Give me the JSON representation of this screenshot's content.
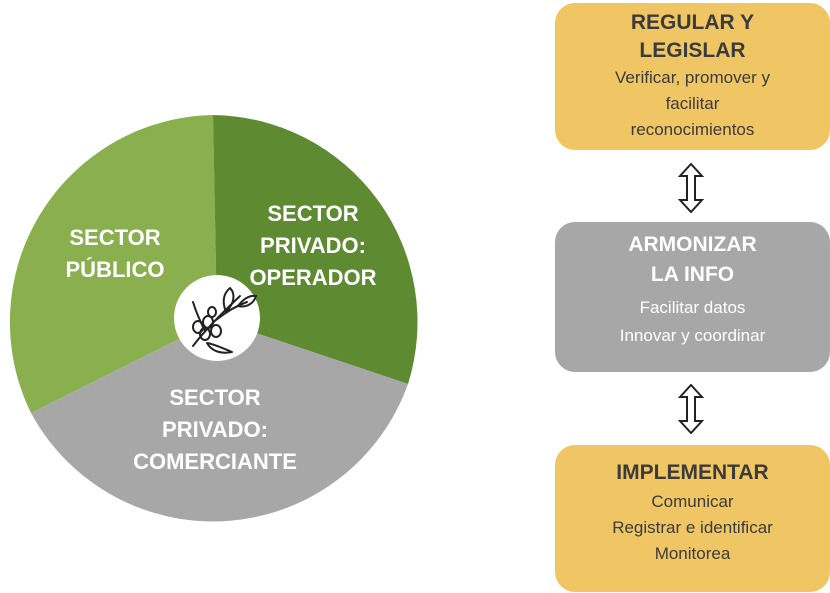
{
  "pie": {
    "icon": "coffee-branch-icon",
    "sectors": [
      {
        "id": "publico",
        "lines": [
          "SECTOR",
          "PÚBLICO"
        ],
        "color": "#8aaf4f"
      },
      {
        "id": "operador",
        "lines": [
          "SECTOR",
          "PRIVADO:",
          "OPERADOR"
        ],
        "color": "#5e8a32"
      },
      {
        "id": "comerciante",
        "lines": [
          "SECTOR",
          "PRIVADO:",
          "COMERCIANTE"
        ],
        "color": "#a7a7a7"
      }
    ]
  },
  "flow": {
    "boxes": [
      {
        "id": "regular",
        "title": [
          "REGULAR Y",
          "LEGISLAR"
        ],
        "lines": [
          "Verificar, promover y",
          "facilitar",
          "reconocimientos"
        ],
        "color": "#f0c665"
      },
      {
        "id": "armonizar",
        "title": [
          "ARMONIZAR",
          "LA INFO"
        ],
        "lines": [
          "Facilitar datos",
          "Innovar y coordinar"
        ],
        "color": "#a7a7a7"
      },
      {
        "id": "implementar",
        "title": [
          "IMPLEMENTAR"
        ],
        "lines": [
          "Comunicar",
          "Registrar e identificar",
          "Monitorea"
        ],
        "color": "#f0c665"
      }
    ],
    "arrow_icon": "bidirectional-arrow-icon"
  }
}
